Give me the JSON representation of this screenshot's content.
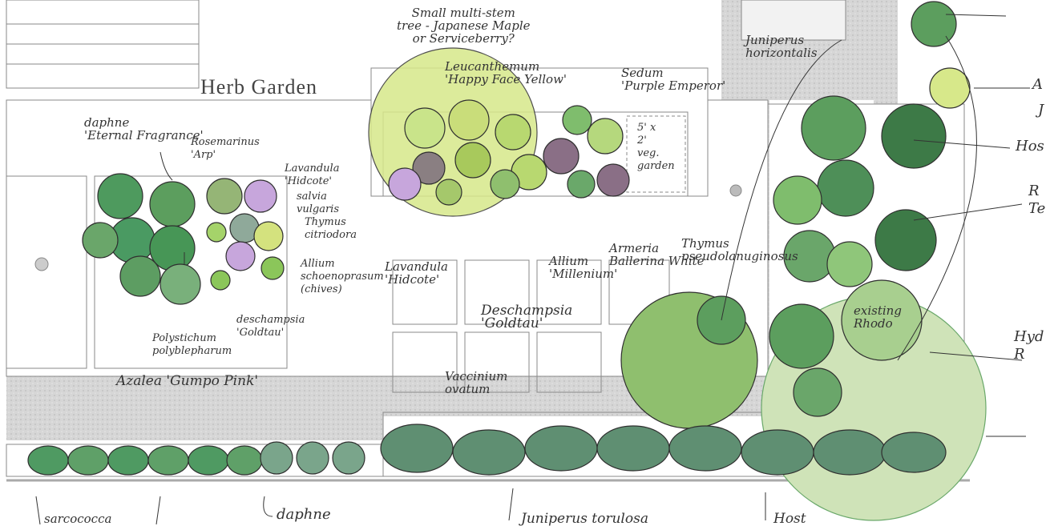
{
  "title": "Herb Garden",
  "labels": {
    "tree": "Small multi-stem\ntree - Japanese Maple\nor Serviceberry?",
    "leucanthemum": "Leucanthemum\n'Happy Face Yellow'",
    "sedum": "Sedum\n'Purple Emperor'",
    "veg_garden": "5' x\n2'\nveg.\ngarden",
    "juniperus_h": "Juniperus\nhorizontalis",
    "daphne_ef": "daphne\n'Eternal Fragrance'",
    "rosmarinus": "Rosemarinus\n'Arp'",
    "lavandula_1": "Lavandula\n'Hidcote'",
    "salvia": "salvia\nvulgaris",
    "thymus_c": "Thymus\ncitriodora",
    "allium_s": "Allium\nschoenoprasum\n(chives)",
    "deschampsia_1": "deschampsia\n'Goldtau'",
    "polystichum": "Polystichum\npolyblepharum",
    "azalea": "Azalea 'Gumpo Pink'",
    "lavandula_2": "Lavandula\n'Hidcote'",
    "allium_m": "Allium\n'Millenium'",
    "armeria": "Armeria\nBallerina White",
    "thymus_p": "Thymus\npseudolanuginosus",
    "deschampsia_2": "Deschampsia\n'Goldtau'",
    "vaccinium": "Vaccinium\novatum",
    "rhodo": "existing\nRhodo",
    "sarcococca": "sarcococca",
    "daphne": "daphne",
    "juniperus_t": "Juniperus torulosa",
    "right_a": "A",
    "right_j": "J",
    "right_hos": "Hos",
    "right_r": "R\nTe",
    "right_hyd": "Hyd\nR",
    "bottom_host": "Host"
  },
  "colors": {
    "paving": "#d4d4d4",
    "dark_green": "#3f8a52",
    "mid_green": "#6fa865",
    "light_green": "#c9dd7a",
    "lavender": "#c7a6dc",
    "purple": "#8a6f86"
  }
}
